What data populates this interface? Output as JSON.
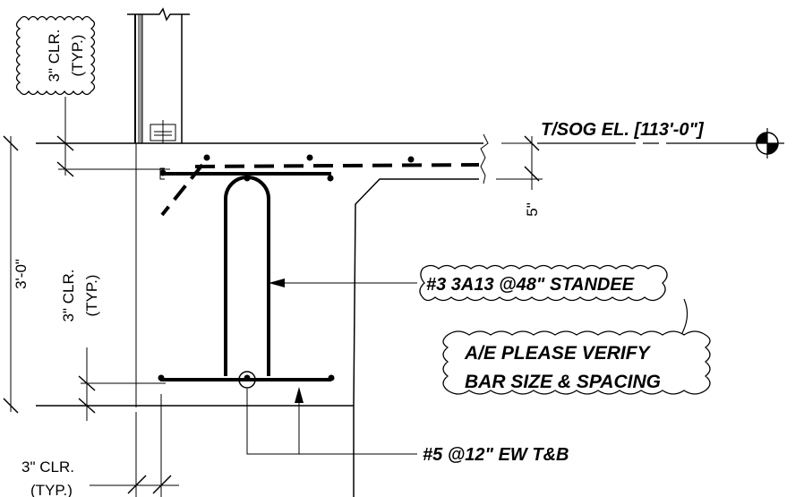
{
  "labels": {
    "clr_top_line1": "3\" CLR.",
    "clr_top_line2": "(TYP.)",
    "dim_depth": "3'-0\"",
    "clr_mid_line1": "3\" CLR.",
    "clr_mid_line2": "(TYP.)",
    "clr_bot_line1": "3\" CLR.",
    "clr_bot_line2": "(TYP.)",
    "dim_slab": "5\"",
    "elevation": "T/SOG EL. [113'-0\"]",
    "standee": "#3 3A13 @48\" STANDEE",
    "verify_line1": "A/E PLEASE VERIFY",
    "verify_line2": "BAR SIZE & SPACING",
    "bottom_bars": "#5 @12\" EW T&B"
  },
  "icons": {
    "elevation_marker": "elevation-target-icon"
  },
  "colors": {
    "line": "#000000",
    "background": "#ffffff",
    "wall_hatch": "#9a9a9a"
  }
}
